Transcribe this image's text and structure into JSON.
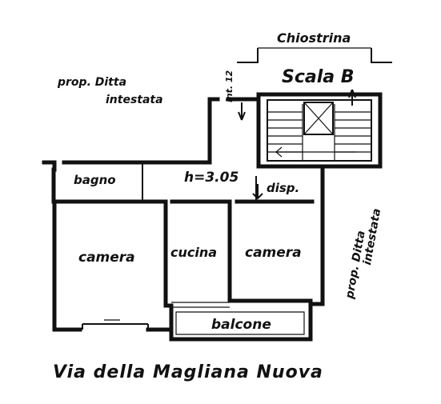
{
  "labels": {
    "chiostrina": "Chiostrina",
    "scala": "Scala B",
    "prop_top": "prop. Ditta",
    "intestata_top": "intestata",
    "int": "int. 12",
    "bagno": "bagno",
    "height": "h=3.05",
    "disp": "disp.",
    "prop_right": "prop. Ditta",
    "intestata_right": "intestata",
    "camera_left": "camera",
    "cucina": "cucina",
    "camera_right": "camera",
    "balcone": "balcone",
    "street": "Via della Magliana Nuova"
  }
}
